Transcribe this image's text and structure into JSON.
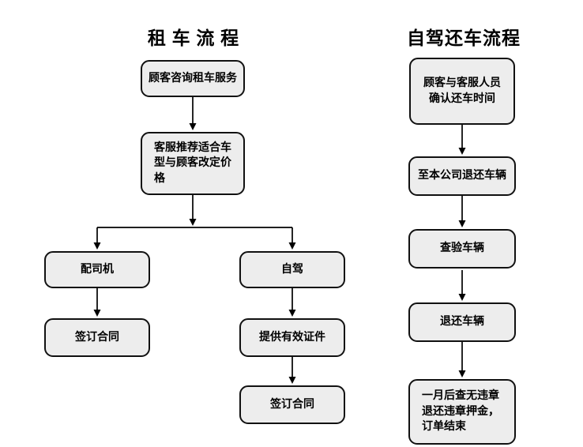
{
  "css_vars": {
    "--bg": "#ffffff",
    "--box-fill": "#ededed",
    "--box-border": "#111111",
    "--line": "#000000"
  },
  "diagram": {
    "rental_flow": {
      "title": "租 车 流 程",
      "nodes": {
        "inquiry": "顾客咨询租车服务",
        "recommend": "客服推荐适合车型与顾客改定价格",
        "with_driver": "配司机",
        "self_drive": "自驾",
        "sign_contract_left": "签订合同",
        "provide_documents": "提供有效证件",
        "sign_contract_right": "签订合同"
      }
    },
    "return_flow": {
      "title": "自驾还车流程",
      "nodes": {
        "confirm_time": "顾客与客服人员确认还车时间",
        "return_to_company": "至本公司退还车辆",
        "inspect_vehicle": "查验车辆",
        "return_vehicle": "退还车辆",
        "deposit_and_finish": "一月后查无违章退还违章押金，订单结束"
      }
    }
  }
}
